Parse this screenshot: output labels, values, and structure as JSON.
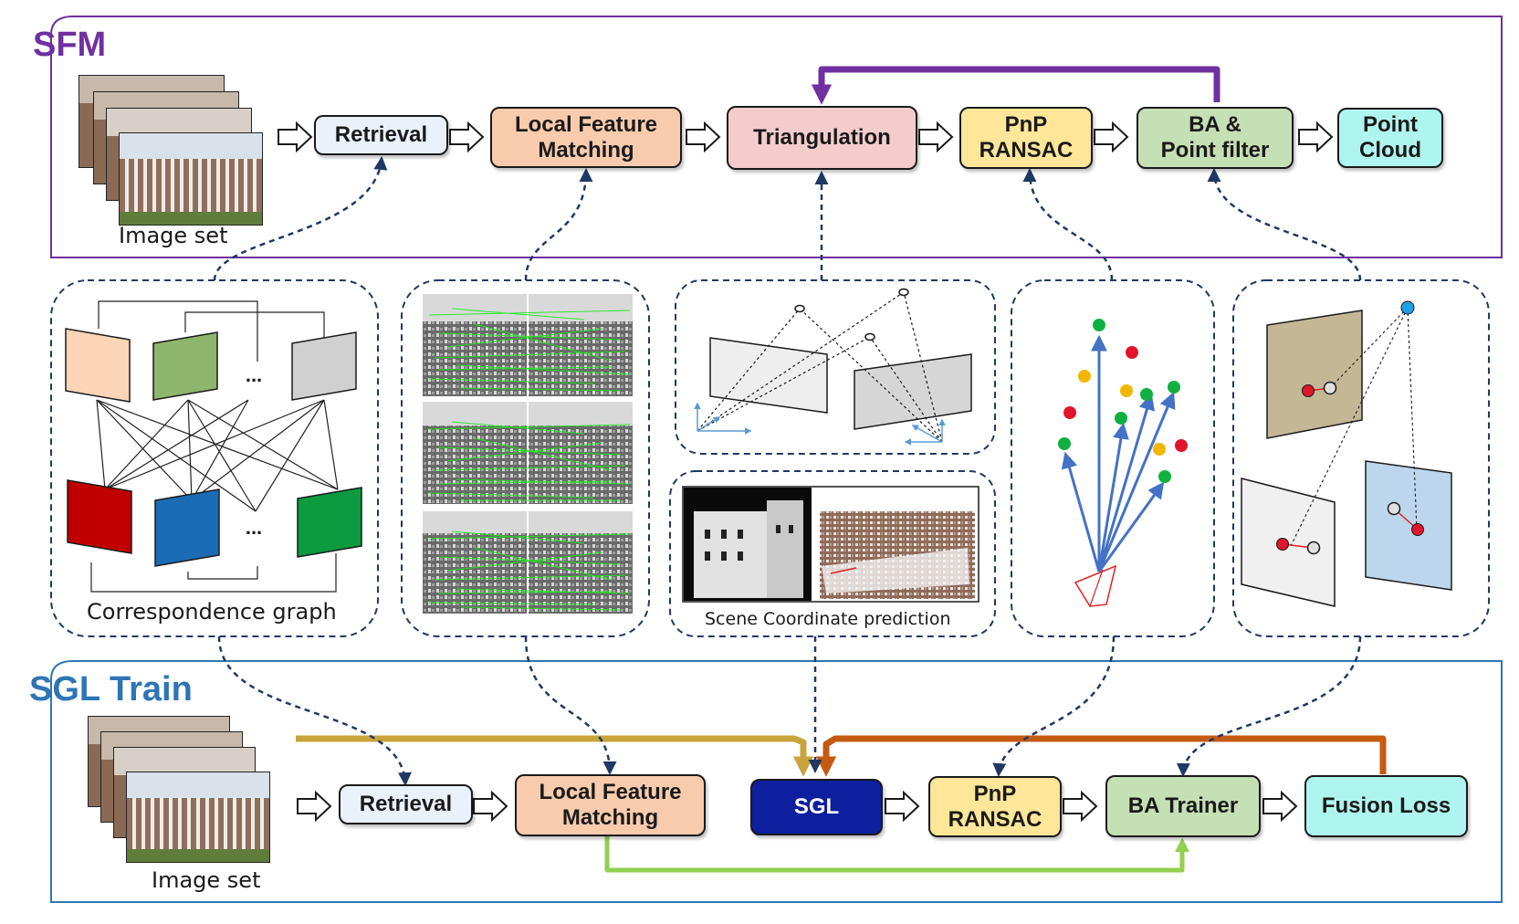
{
  "sfm": {
    "title": "SFM",
    "image_set_label": "Image set",
    "retrieval": "Retrieval",
    "local_feature_matching": "Local Feature\nMatching",
    "triangulation": "Triangulation",
    "pnp_ransac": "PnP\nRANSAC",
    "ba_point_filter": "BA &\nPoint filter",
    "point_cloud": "Point\nCloud"
  },
  "middle": {
    "correspondence_graph_label": "Correspondence graph",
    "ellipsis": "...",
    "scene_coordinate_label": "Scene Coordinate prediction"
  },
  "sgl_train": {
    "title": "SGL Train",
    "image_set_label": "Image set",
    "retrieval": "Retrieval",
    "local_feature_matching": "Local Feature\nMatching",
    "sgl": "SGL",
    "pnp_ransac": "PnP\nRANSAC",
    "ba_trainer": "BA Trainer",
    "fusion_loss": "Fusion Loss"
  },
  "colors": {
    "sfm_frame": "#7030a0",
    "sgl_frame": "#2e75b6",
    "retrieval_fill": "#eaf1fb",
    "matching_fill": "#f8cbad",
    "triangulation_fill": "#f4cccc",
    "pnp_fill": "#ffe699",
    "ba_fill": "#c5e0b4",
    "point_cloud_fill": "#aff5ef",
    "sgl_fill": "#0d1f9e",
    "feedback_purple": "#7030a0",
    "feedback_gold": "#c9a43c",
    "feedback_orange": "#c55a11",
    "feedback_green": "#92d050",
    "dashed_link": "#1f3864"
  }
}
